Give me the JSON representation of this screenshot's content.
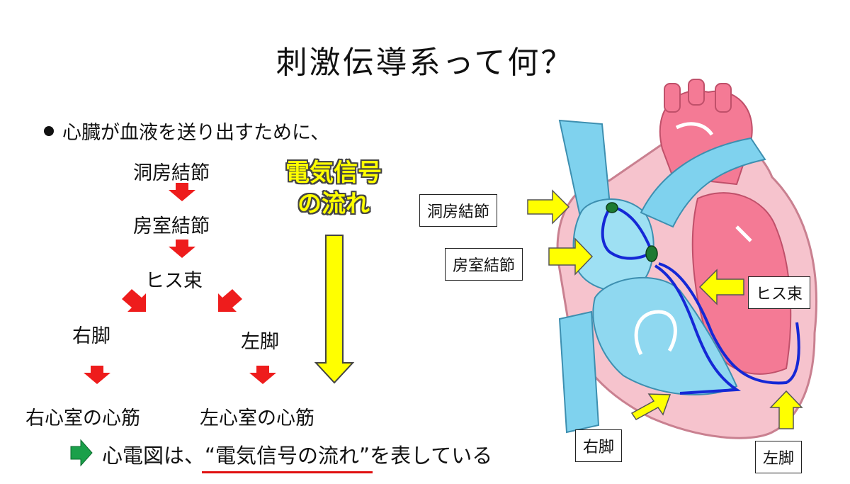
{
  "title": "刺激伝導系って何？",
  "bullet_text": "心臓が血液を送り出すために、",
  "flow": {
    "sa_node": "洞房結節",
    "av_node": "房室結節",
    "his_bundle": "ヒス束",
    "right_branch": "右脚",
    "left_branch": "左脚",
    "right_muscle": "右心室の心筋",
    "left_muscle": "左心室の心筋"
  },
  "signal_label": {
    "line1": "電気信号",
    "line2": "の流れ"
  },
  "heart_labels": {
    "sa_node": "洞房結節",
    "av_node": "房室結節",
    "his_bundle": "ヒス束",
    "right_branch": "右脚",
    "left_branch": "左脚"
  },
  "bottom": {
    "prefix": "心電図は、",
    "quoted": "“電気信号の流れ”",
    "suffix": "を表している"
  },
  "colors": {
    "flow_arrow": "#ee1c1c",
    "signal_arrow": "#ffff00",
    "green_arrow": "#1aa04a",
    "underline": "#e01010",
    "heart_red": "#f47a95",
    "heart_blue": "#7fd2ee",
    "conduction": "#1528d6",
    "node_green": "#1d7a32"
  }
}
